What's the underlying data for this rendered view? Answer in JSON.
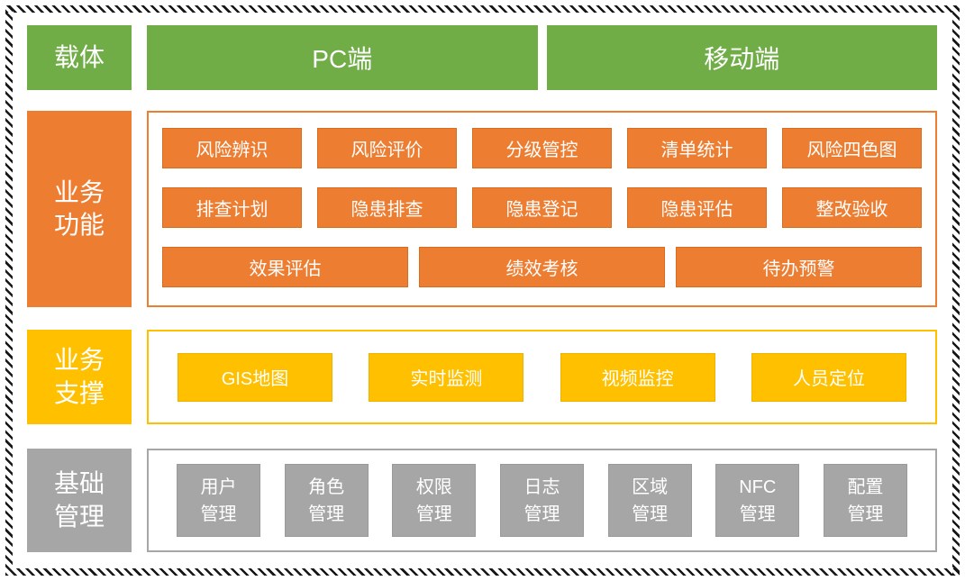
{
  "carrier": {
    "label": "载体",
    "items": [
      "PC端",
      "移动端"
    ]
  },
  "functions": {
    "label": "业务\n功能",
    "row1": [
      "风险辨识",
      "风险评价",
      "分级管控",
      "清单统计",
      "风险四色图"
    ],
    "row2": [
      "排查计划",
      "隐患排查",
      "隐患登记",
      "隐患评估",
      "整改验收"
    ],
    "row3": [
      "效果评估",
      "绩效考核",
      "待办预警"
    ]
  },
  "support": {
    "label": "业务\n支撑",
    "items": [
      "GIS地图",
      "实时监测",
      "视频监控",
      "人员定位"
    ]
  },
  "base": {
    "label": "基础\n管理",
    "items": [
      "用户\n管理",
      "角色\n管理",
      "权限\n管理",
      "日志\n管理",
      "区域\n管理",
      "NFC\n管理",
      "配置\n管理"
    ]
  },
  "colors": {
    "carrier_green": "#70AD47",
    "functions_orange": "#ED7D31",
    "support_yellow": "#FFC000",
    "base_gray": "#A6A6A6",
    "border_black": "#161616",
    "box_text": "#FFFFFF"
  }
}
